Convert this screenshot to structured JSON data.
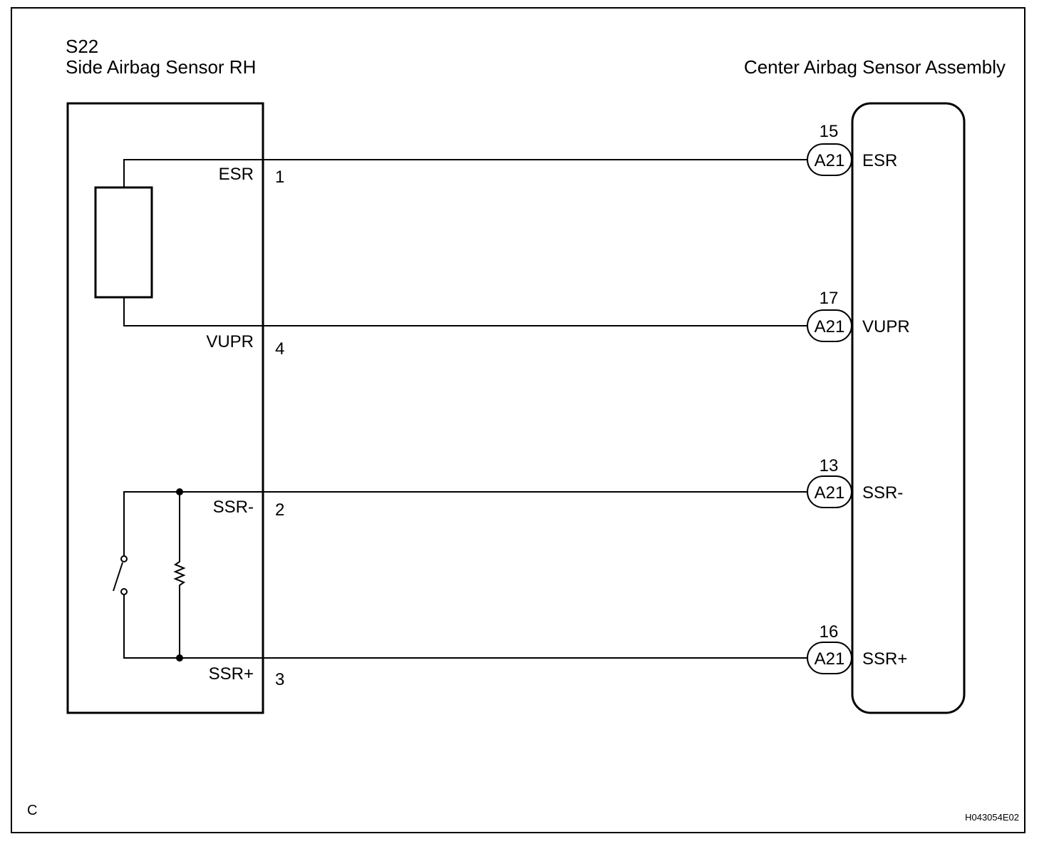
{
  "footer": {
    "corner_letter": "C",
    "figure_code": "H043054E02"
  },
  "sensor": {
    "code": "S22",
    "name": "Side Airbag Sensor RH",
    "pins": [
      {
        "label": "ESR",
        "number": "1"
      },
      {
        "label": "VUPR",
        "number": "4"
      },
      {
        "label": "SSR-",
        "number": "2"
      },
      {
        "label": "SSR+",
        "number": "3"
      }
    ]
  },
  "assembly": {
    "name": "Center Airbag Sensor Assembly",
    "connectors": [
      {
        "pin": "15",
        "connector": "A21",
        "signal": "ESR"
      },
      {
        "pin": "17",
        "connector": "A21",
        "signal": "VUPR"
      },
      {
        "pin": "13",
        "connector": "A21",
        "signal": "SSR-"
      },
      {
        "pin": "16",
        "connector": "A21",
        "signal": "SSR+"
      }
    ]
  }
}
